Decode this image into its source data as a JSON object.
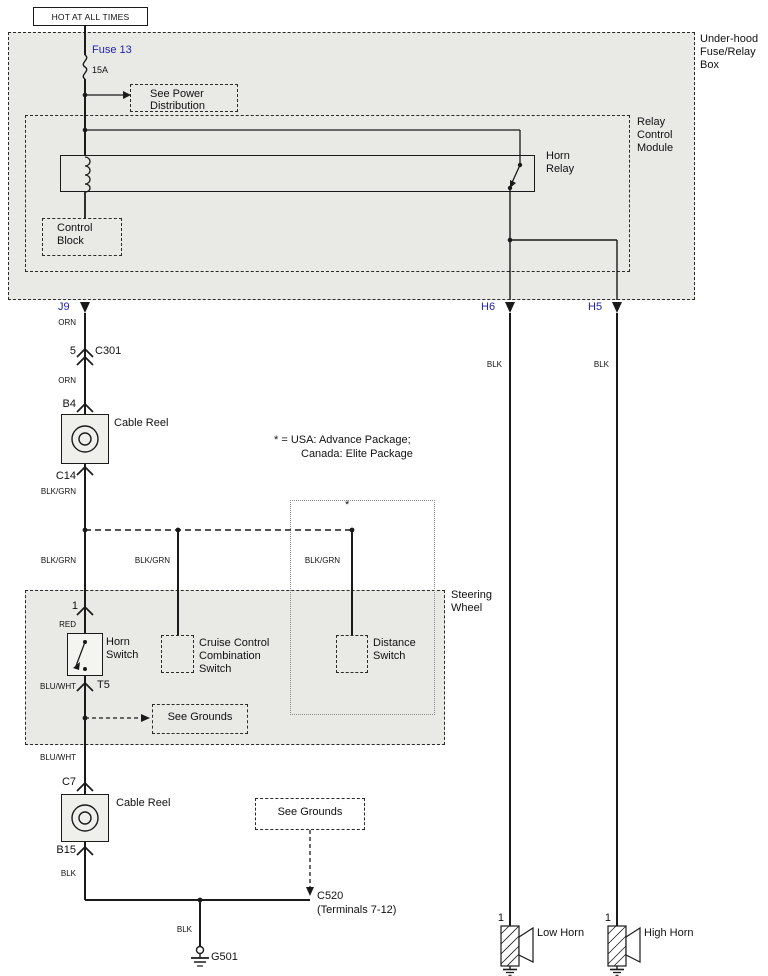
{
  "colors": {
    "connector_blue": "#2323b0",
    "line": "#1a1a1a",
    "panel_fill": "#e9e9e6"
  },
  "power": {
    "hot": "HOT AT ALL TIMES",
    "fuse_id": "Fuse 13",
    "fuse_rating": "15A",
    "see_power_1": "See Power",
    "see_power_2": "Distribution"
  },
  "fuse_box": {
    "label_1": "Under-hood",
    "label_2": "Fuse/Relay",
    "label_3": "Box",
    "j9": "J9",
    "h6": "H6",
    "h5": "H5"
  },
  "relay_module": {
    "label_1": "Relay",
    "label_2": "Control",
    "label_3": "Module",
    "horn_relay_1": "Horn",
    "horn_relay_2": "Relay",
    "control_block_1": "Control",
    "control_block_2": "Block"
  },
  "left_branch": {
    "orn_1": "ORN",
    "c301_pin": "5",
    "c301": "C301",
    "orn_2": "ORN",
    "b4": "B4",
    "cable_reel": "Cable Reel",
    "c14": "C14",
    "blk_grn_1": "BLK/GRN",
    "blk_grn_2": "BLK/GRN",
    "blk_grn_3": "BLK/GRN",
    "blk_grn_4": "BLK/GRN"
  },
  "note": {
    "star": "*",
    "line_1": "* =  USA: Advance Package;",
    "line_2": "Canada: Elite Package"
  },
  "steering": {
    "label_1": "Steering",
    "label_2": "Wheel",
    "pin": "1",
    "red": "RED",
    "horn_switch_1": "Horn",
    "horn_switch_2": "Switch",
    "cruise_1": "Cruise Control",
    "cruise_2": "Combination",
    "cruise_3": "Switch",
    "distance_1": "Distance",
    "distance_2": "Switch",
    "blu_wht": "BLU/WHT",
    "t5": "T5",
    "see_grounds": "See Grounds"
  },
  "lower": {
    "blu_wht": "BLU/WHT",
    "c7": "C7",
    "cable_reel": "Cable Reel",
    "b15": "B15",
    "blk": "BLK",
    "see_grounds": "See Grounds",
    "c520": "C520",
    "c520_note": "(Terminals 7-12)",
    "blk_2": "BLK",
    "g501": "G501"
  },
  "horns": {
    "h6_blk": "BLK",
    "h5_blk": "BLK",
    "low_pin": "1",
    "low_label": "Low Horn",
    "high_pin": "1",
    "high_label": "High Horn"
  }
}
